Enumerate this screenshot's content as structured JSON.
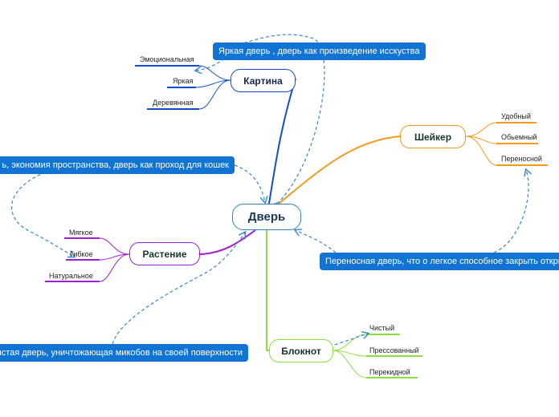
{
  "center": {
    "label": "Дверь"
  },
  "colors": {
    "center_border": "#2b85c4",
    "kartina": "#1050d0",
    "sheiker": "#f59a1b",
    "rastenie": "#a01fd6",
    "bloknot": "#88e23a",
    "note_bg": "#1173d4",
    "dashed_link": "#3a86d0"
  },
  "branches": {
    "kartina": {
      "label": "Картина",
      "leaves": [
        "Эмоциональная",
        "Яркая",
        "Деревянная"
      ],
      "note": "Яркая дверь , дверь как произведение исскуства"
    },
    "sheiker": {
      "label": "Шейкер",
      "leaves": [
        "Удобный",
        "Обьемный",
        "Переносной"
      ],
      "note": "Переносная дверь, что о легкое способное закрыть откры"
    },
    "rastenie": {
      "label": "Растение",
      "leaves": [
        "Мягкое",
        "Гибкое",
        "Натуральное"
      ],
      "note": "ь, экономия пространства, дверь как проход для кошек"
    },
    "bloknot": {
      "label": "Блокнот",
      "leaves": [
        "Чистый",
        "Прессованный",
        "Перекидной"
      ],
      "note": "истая дверь, уничтожающая микобов на своей поверхности"
    }
  }
}
